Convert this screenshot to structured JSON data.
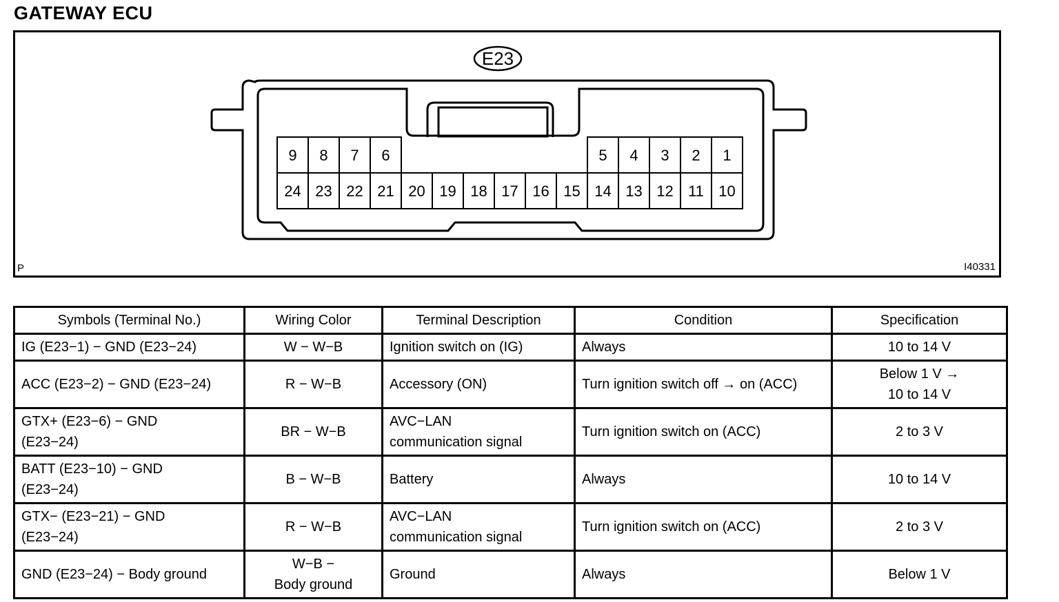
{
  "title": "GATEWAY ECU",
  "diagram": {
    "connector_id": "E23",
    "corner_left": "P",
    "corner_right": "I40331",
    "top_row_pins": [
      "9",
      "8",
      "7",
      "6",
      "5",
      "4",
      "3",
      "2",
      "1"
    ],
    "bottom_row_pins": [
      "24",
      "23",
      "22",
      "21",
      "20",
      "19",
      "18",
      "17",
      "16",
      "15",
      "14",
      "13",
      "12",
      "11",
      "10"
    ]
  },
  "table": {
    "headers": [
      "Symbols (Terminal No.)",
      "Wiring Color",
      "Terminal Description",
      "Condition",
      "Specification"
    ],
    "rows": [
      {
        "symbol": [
          "IG (E23−1) − GND (E23−24)"
        ],
        "color": [
          "W − W−B"
        ],
        "description": [
          "Ignition switch on (IG)"
        ],
        "condition": [
          "Always"
        ],
        "spec": [
          "10 to 14 V"
        ]
      },
      {
        "symbol": [
          "ACC (E23−2) − GND (E23−24)"
        ],
        "color": [
          "R − W−B"
        ],
        "description": [
          "Accessory (ON)"
        ],
        "condition": [
          "Turn ignition switch off → on (ACC)"
        ],
        "spec": [
          "Below 1 V →",
          "10 to 14 V"
        ]
      },
      {
        "symbol": [
          "GTX+ (E23−6) − GND",
          "(E23−24)"
        ],
        "color": [
          "BR − W−B"
        ],
        "description": [
          "AVC−LAN",
          "communication signal"
        ],
        "condition": [
          "Turn ignition switch on (ACC)"
        ],
        "spec": [
          "2 to 3 V"
        ]
      },
      {
        "symbol": [
          "BATT (E23−10) − GND",
          "(E23−24)"
        ],
        "color": [
          "B − W−B"
        ],
        "description": [
          "Battery"
        ],
        "condition": [
          "Always"
        ],
        "spec": [
          "10 to 14 V"
        ]
      },
      {
        "symbol": [
          "GTX− (E23−21) − GND",
          "(E23−24)"
        ],
        "color": [
          "R − W−B"
        ],
        "description": [
          "AVC−LAN",
          "communication signal"
        ],
        "condition": [
          "Turn ignition switch on (ACC)"
        ],
        "spec": [
          "2 to 3 V"
        ]
      },
      {
        "symbol": [
          "GND (E23−24) − Body ground"
        ],
        "color": [
          "W−B −",
          "Body ground"
        ],
        "description": [
          "Ground"
        ],
        "condition": [
          "Always"
        ],
        "spec": [
          "Below 1 V"
        ]
      }
    ]
  }
}
